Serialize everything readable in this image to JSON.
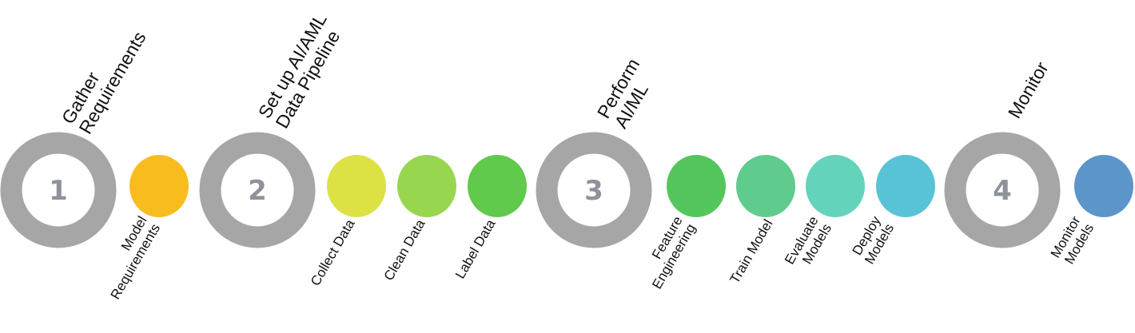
{
  "colors": {
    "ring": "#a6a6a6",
    "number": "#8d929b"
  },
  "phases": [
    {
      "number": "1",
      "title_lines": [
        "Gather",
        "Requirements"
      ]
    },
    {
      "number": "2",
      "title_lines": [
        "Set up AI/AML",
        "Data Pipeline"
      ]
    },
    {
      "number": "3",
      "title_lines": [
        "Perform",
        "AI/ML"
      ]
    },
    {
      "number": "4",
      "title_lines": [
        "Monitor"
      ]
    }
  ],
  "steps": [
    {
      "phase": "1",
      "lines": [
        "Model",
        "Requirements"
      ],
      "color": "#f9bc1e"
    },
    {
      "phase": "2",
      "lines": [
        "Collect Data"
      ],
      "color": "#dde244"
    },
    {
      "phase": "2",
      "lines": [
        "Clean Data"
      ],
      "color": "#98d650"
    },
    {
      "phase": "2",
      "lines": [
        "Label Data"
      ],
      "color": "#61c94c"
    },
    {
      "phase": "3",
      "lines": [
        "Feature",
        "Engineering"
      ],
      "color": "#55c65d"
    },
    {
      "phase": "3",
      "lines": [
        "Train Model"
      ],
      "color": "#5fcb8d"
    },
    {
      "phase": "3",
      "lines": [
        "Evaluate",
        "Models"
      ],
      "color": "#63d3bb"
    },
    {
      "phase": "3",
      "lines": [
        "Deploy",
        "Models"
      ],
      "color": "#58c3d6"
    },
    {
      "phase": "4",
      "lines": [
        "Monitor",
        "Models"
      ],
      "color": "#5b95c9"
    }
  ]
}
